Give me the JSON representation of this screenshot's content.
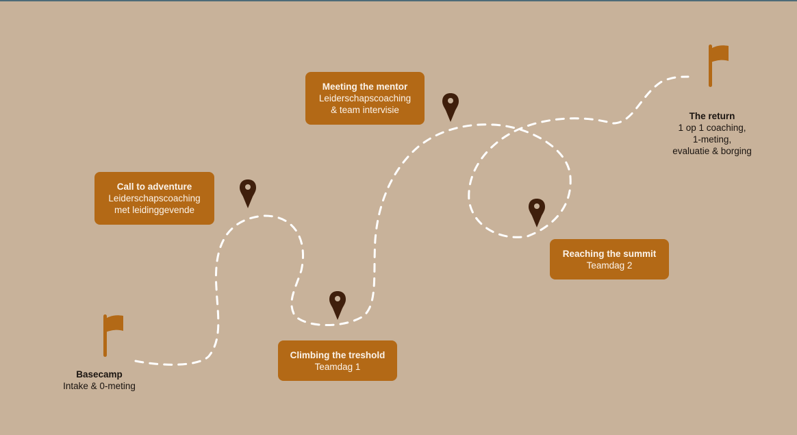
{
  "colors": {
    "background": "#c8b29a",
    "box": "#b36916",
    "box_text": "#fbf3ea",
    "plain_text": "#1a1410",
    "pin": "#3f1f0c",
    "flag": "#b36916",
    "path": "#ffffff",
    "topbar": "#4d6b78"
  },
  "stages": {
    "basecamp": {
      "title": "Basecamp",
      "lines": [
        "Intake & 0-meting"
      ]
    },
    "call_to_adventure": {
      "title": "Call to adventure",
      "lines": [
        "Leiderschapscoaching",
        "met leidinggevende"
      ]
    },
    "climbing": {
      "title": "Climbing the treshold",
      "lines": [
        "Teamdag 1"
      ]
    },
    "meeting": {
      "title": "Meeting the mentor",
      "lines": [
        "Leiderschapscoaching",
        "& team intervisie"
      ]
    },
    "summit": {
      "title": "Reaching the summit",
      "lines": [
        "Teamdag 2"
      ]
    },
    "return": {
      "title": "The return",
      "lines": [
        "1 op 1 coaching,",
        "1-meting,",
        "evaluatie & borging"
      ]
    }
  },
  "icons": {
    "pin": "map-pin-icon",
    "flag": "flag-icon"
  }
}
